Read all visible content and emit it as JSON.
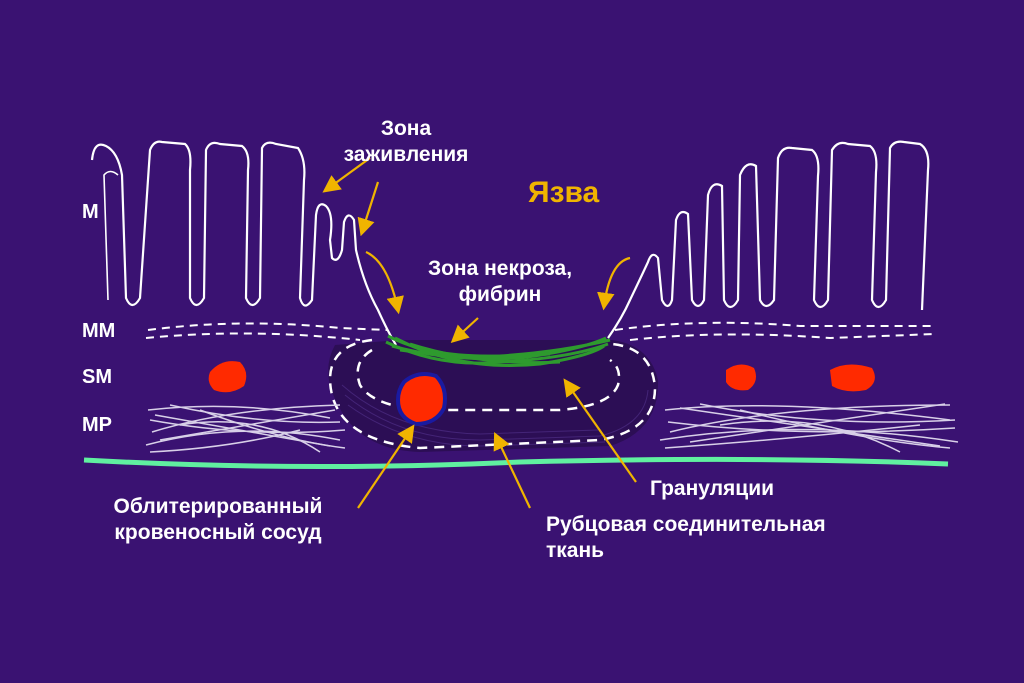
{
  "title": "Язва",
  "layers": {
    "m": "M",
    "mm": "MM",
    "sm": "SM",
    "mp": "MP"
  },
  "labels": {
    "healing_zone": [
      "Зона",
      "заживления"
    ],
    "necrosis_zone": [
      "Зона некроза,",
      "фибрин"
    ],
    "obliterated_vessel": [
      "Облитерированный",
      "кровеносный сосуд"
    ],
    "granulation": "Грануляции",
    "scar_tissue": [
      "Рубцовая соединительная",
      "ткань"
    ]
  },
  "colors": {
    "background": "#3a1272",
    "title": "#f0b400",
    "arrow": "#f0b400",
    "fibrin": "#2e9a2e",
    "vessel": "#ff2a00",
    "vessel_rim": "#1a1aa0",
    "serosa": "#60f0a0"
  }
}
